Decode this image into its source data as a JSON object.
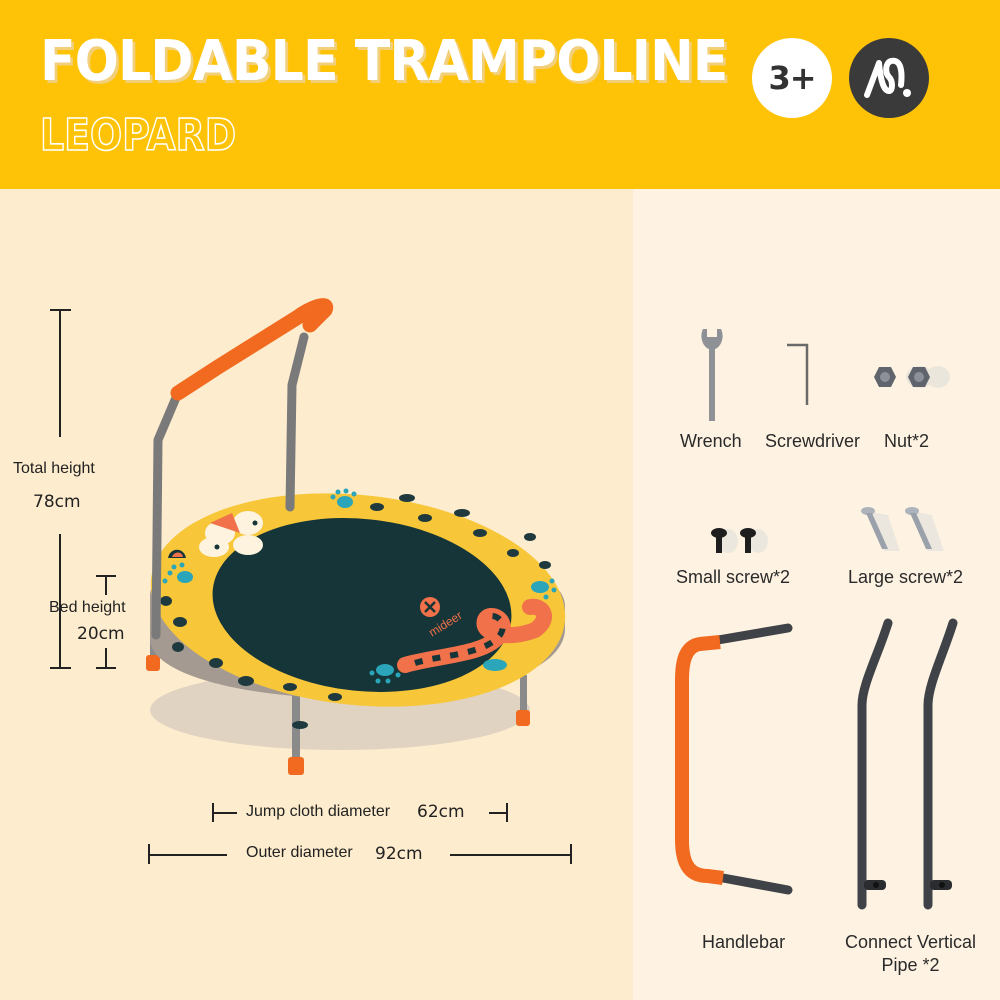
{
  "header": {
    "title": "FOLDABLE TRAMPOLINE",
    "subtitle": "LEOPARD",
    "age_badge": "3+",
    "brand_logo": "mideer-logo-icon",
    "background_color": "#fec307"
  },
  "product": {
    "name": "Foldable Trampoline",
    "variant": "Leopard",
    "brand": "mideer",
    "colors": {
      "handle": "#f26a1f",
      "frame_pad": "#f7c739",
      "jump_mat": "#163538",
      "skirt": "#a59a91",
      "accent_blue": "#2aa5b9"
    }
  },
  "dimensions": {
    "total_height": {
      "label": "Total height",
      "value": "78cm"
    },
    "bed_height": {
      "label": "Bed height",
      "value": "20cm"
    },
    "jump_cloth_diameter": {
      "label": "Jump cloth diameter",
      "value": "62cm"
    },
    "outer_diameter": {
      "label": "Outer diameter",
      "value": "92cm"
    }
  },
  "parts": [
    {
      "name": "Wrench",
      "icon": "wrench-icon"
    },
    {
      "name": "Screwdriver",
      "icon": "hex-key-icon"
    },
    {
      "name": "Nut*2",
      "icon": "nut-icon"
    },
    {
      "name": "Small screw*2",
      "icon": "small-screw-icon"
    },
    {
      "name": "Large screw*2",
      "icon": "large-screw-icon"
    },
    {
      "name": "Handlebar",
      "icon": "handlebar-icon"
    },
    {
      "name_line1": "Connect Vertical",
      "name_line2": "Pipe *2",
      "icon": "vertical-pipe-icon"
    }
  ]
}
